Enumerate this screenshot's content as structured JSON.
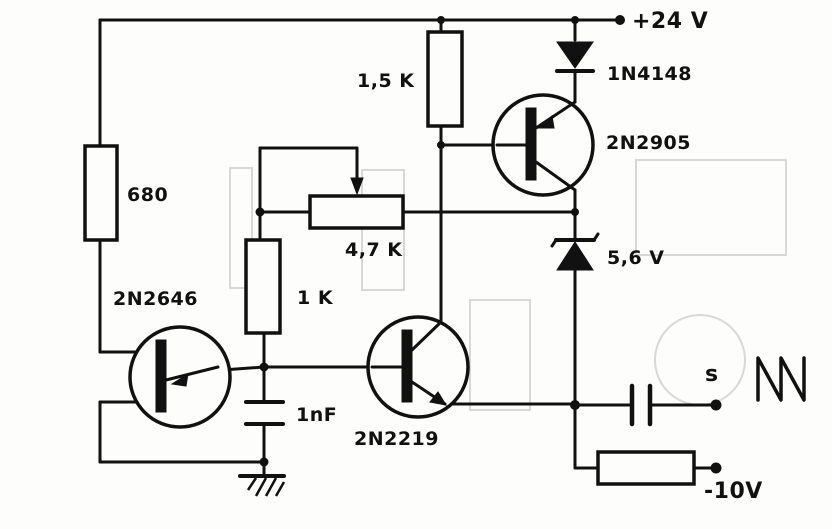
{
  "supply": {
    "positive": "+24 V",
    "negative": "-10V"
  },
  "components": {
    "r_680": "680",
    "r_1k5": "1,5 K",
    "r_1k": "1 K",
    "pot_4k7": "4,7 K",
    "c_1nf": "1nF",
    "d_1n4148": "1N4148",
    "zener": "5,6 V",
    "q_2n2646": "2N2646",
    "q_2n2219": "2N2219",
    "q_2n2905": "2N2905"
  },
  "output": {
    "label": "s"
  }
}
